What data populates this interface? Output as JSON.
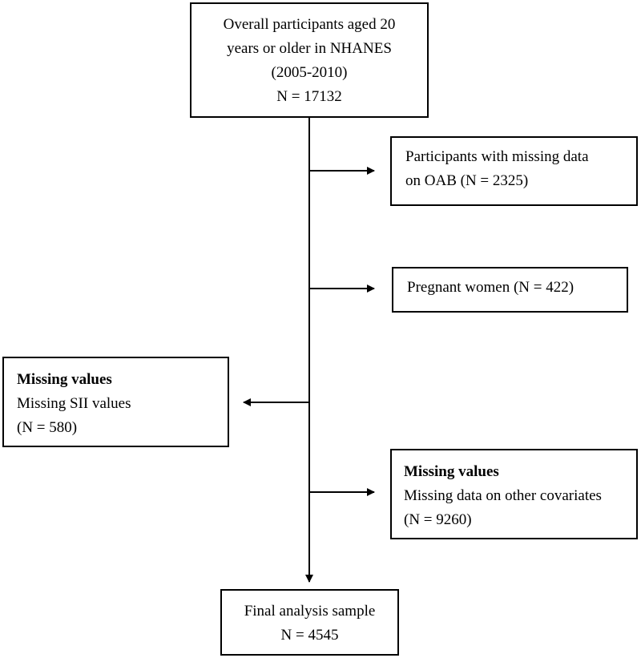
{
  "boxes": {
    "overall": {
      "lines": [
        "Overall participants aged 20",
        "years or older in NHANES",
        "(2005-2010)",
        "N = 17132"
      ]
    },
    "missing_oab": {
      "lines": [
        "Participants with missing data",
        "on OAB (N = 2325)"
      ]
    },
    "pregnant": {
      "lines": [
        "Pregnant women (N = 422)"
      ]
    },
    "missing_sii": {
      "title": "Missing values",
      "lines": [
        "Missing SII values",
        "(N = 580)"
      ]
    },
    "missing_covariates": {
      "title": "Missing values",
      "lines": [
        "Missing data on other covariates",
        "(N = 9260)"
      ]
    },
    "final": {
      "lines": [
        "Final analysis sample",
        "N = 4545"
      ]
    }
  }
}
